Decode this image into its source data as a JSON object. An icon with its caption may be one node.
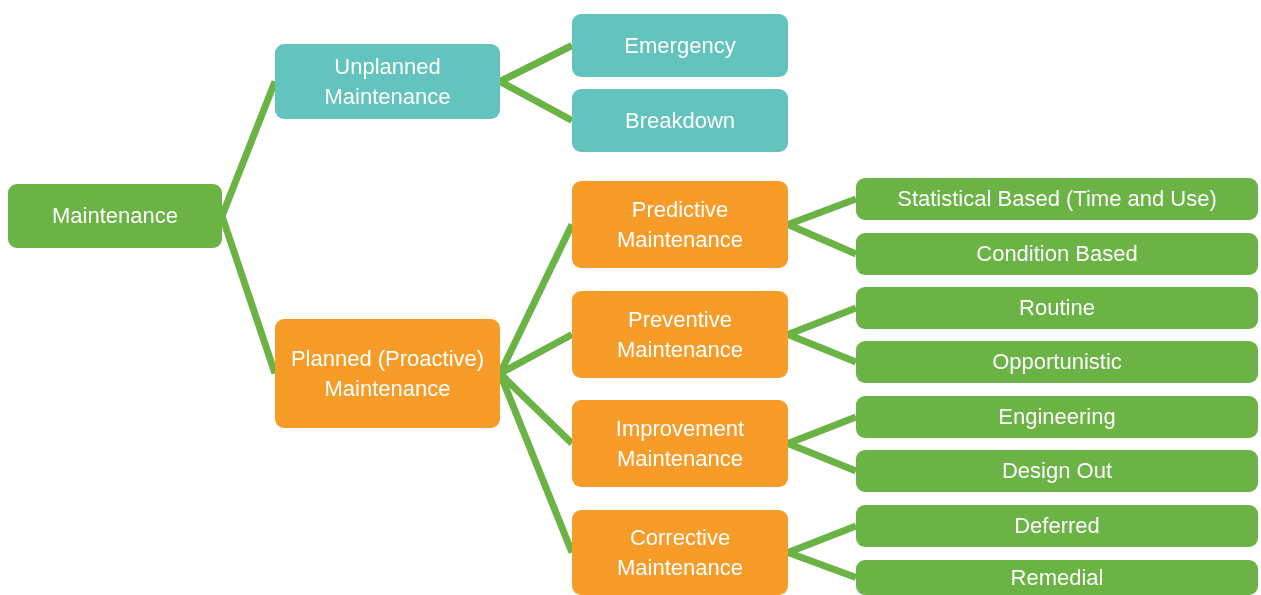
{
  "diagram": {
    "nodes": [
      {
        "text": [
          "Maintenance"
        ]
      },
      {
        "text": [
          "Unplanned Maintenance"
        ]
      },
      {
        "text": [
          "Emergency"
        ]
      },
      {
        "text": [
          "Breakdown"
        ]
      },
      {
        "text": [
          "Planned (Proactive) Maintenance"
        ]
      },
      {
        "text": [
          "Predictive Maintenance"
        ]
      },
      {
        "text": [
          "Statistical Based (Time and Use)"
        ]
      },
      {
        "text": [
          "Condition Based"
        ]
      },
      {
        "text": [
          "Preventive Maintenance"
        ]
      },
      {
        "text": [
          "Routine"
        ]
      },
      {
        "text": [
          "Opportunistic"
        ]
      },
      {
        "text": [
          "Improvement Maintenance"
        ]
      },
      {
        "text": [
          "Engineering"
        ]
      },
      {
        "text": [
          "Design Out"
        ]
      },
      {
        "text": [
          "Corrective Maintenance"
        ]
      },
      {
        "text": [
          "Deferred"
        ]
      },
      {
        "text": [
          "Remedial"
        ]
      }
    ],
    "edges": [
      {
        "from": 0,
        "to": 1,
        "arrow": "none"
      },
      {
        "from": 1,
        "to": 2,
        "arrow": "none"
      },
      {
        "from": 1,
        "to": 3,
        "arrow": "none"
      },
      {
        "from": 0,
        "to": 4,
        "arrow": "none"
      },
      {
        "from": 4,
        "to": 5,
        "arrow": "none"
      },
      {
        "from": 5,
        "to": 6,
        "arrow": "none"
      },
      {
        "from": 5,
        "to": 7,
        "arrow": "none"
      },
      {
        "from": 4,
        "to": 8,
        "arrow": "none"
      },
      {
        "from": 8,
        "to": 9,
        "arrow": "none"
      },
      {
        "from": 8,
        "to": 10,
        "arrow": "none"
      },
      {
        "from": 4,
        "to": 11,
        "arrow": "none"
      },
      {
        "from": 11,
        "to": 12,
        "arrow": "none"
      },
      {
        "from": 11,
        "to": 13,
        "arrow": "none"
      },
      {
        "from": 4,
        "to": 14,
        "arrow": "none"
      },
      {
        "from": 14,
        "to": 15,
        "arrow": "none"
      },
      {
        "from": 14,
        "to": 16,
        "arrow": "none"
      }
    ]
  }
}
